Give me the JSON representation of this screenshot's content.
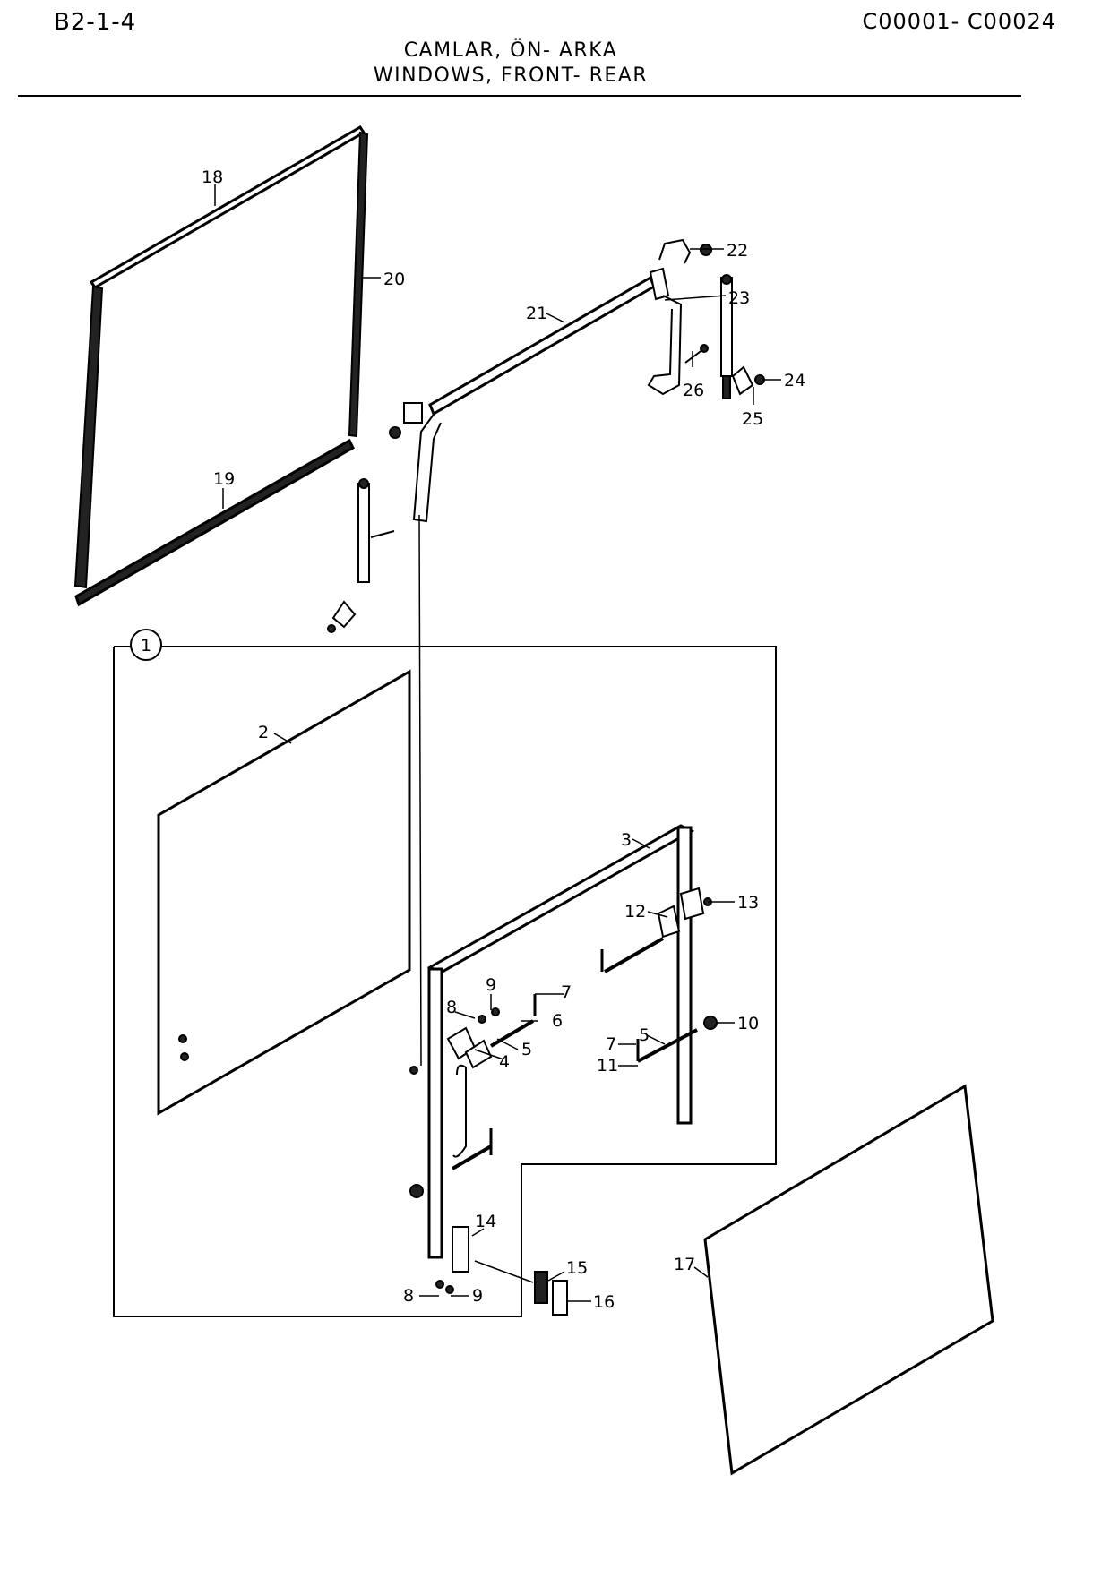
{
  "header": {
    "page_code": "B2-1-4",
    "serial_range": "C00001- C00024",
    "title_tr": "CAMLAR, ÖN- ARKA",
    "title_en": "WINDOWS, FRONT- REAR"
  },
  "assembly_callout": "1",
  "part_labels": {
    "p2": "2",
    "p3": "3",
    "p4": "4",
    "p5a": "5",
    "p5b": "5",
    "p6": "6",
    "p7a": "7",
    "p7b": "7",
    "p8a": "8",
    "p8b": "8",
    "p9a": "9",
    "p9b": "9",
    "p10": "10",
    "p11": "11",
    "p12": "12",
    "p13": "13",
    "p14": "14",
    "p15": "15",
    "p16": "16",
    "p17": "17",
    "p18": "18",
    "p19": "19",
    "p20": "20",
    "p21": "21",
    "p22": "22",
    "p23": "23",
    "p24": "24",
    "p25": "25",
    "p26": "26"
  }
}
